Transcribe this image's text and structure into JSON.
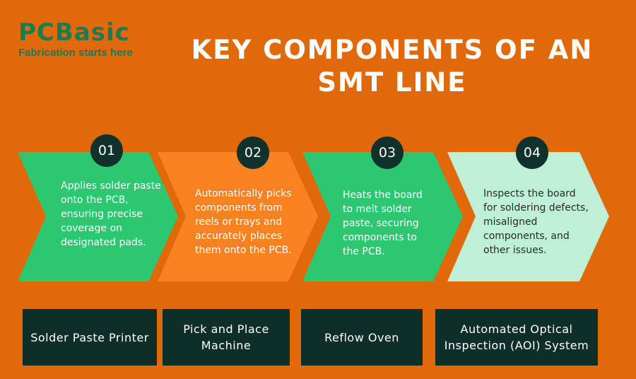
{
  "logo": {
    "word": "PCBasic",
    "tagline": "Fabrication starts here"
  },
  "title": "KEY COMPONENTS OF AN SMT LINE",
  "colors": {
    "background": "#e0690a",
    "chevron1": "#2dc671",
    "chevron2": "#fb8221",
    "chevron3": "#2dc671",
    "chevron4": "#bdf0d7",
    "badge": "#10322a",
    "label_box": "#0e2f27",
    "logo": "#1f7a4d"
  },
  "steps": [
    {
      "number": "01",
      "description": "Applies solder paste onto the PCB, ensuring precise coverage on designated pads.",
      "label": "Solder Paste Printer"
    },
    {
      "number": "02",
      "description": "Automatically picks components from reels or trays and accurately places them onto the PCB.",
      "label": "Pick and Place Machine"
    },
    {
      "number": "03",
      "description": "Heats the board to melt solder paste, securing components to the PCB.",
      "label": "Reflow Oven"
    },
    {
      "number": "04",
      "description": "Inspects the board for soldering defects, misaligned components, and other issues.",
      "label": "Automated Optical Inspection (AOI) System"
    }
  ]
}
